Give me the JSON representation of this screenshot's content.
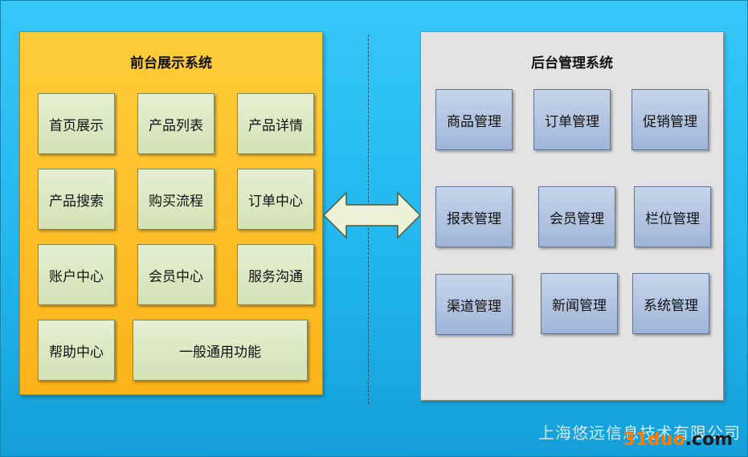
{
  "front": {
    "title": "前台展示系统",
    "items": [
      "首页展示",
      "产品列表",
      "产品详情",
      "产品搜索",
      "购买流程",
      "订单中心",
      "账户中心",
      "会员中心",
      "服务沟通",
      "帮助中心",
      "一般通用功能"
    ]
  },
  "back": {
    "title": "后台管理系统",
    "items": [
      "商品管理",
      "订单管理",
      "促销管理",
      "报表管理",
      "会员管理",
      "栏位管理",
      "渠道管理",
      "新闻管理",
      "系统管理"
    ]
  },
  "watermark": "上海悠远信息技术有限公司",
  "logo": {
    "digits": "31duo",
    "suffix": ".com"
  },
  "colors": {
    "background": "#22b6ee",
    "front_panel": "#fbb31a",
    "back_panel": "#e3e3e3",
    "front_box": "#d3e1b4",
    "back_box": "#9fb5d8",
    "logo_accent": "#ff7a00"
  }
}
